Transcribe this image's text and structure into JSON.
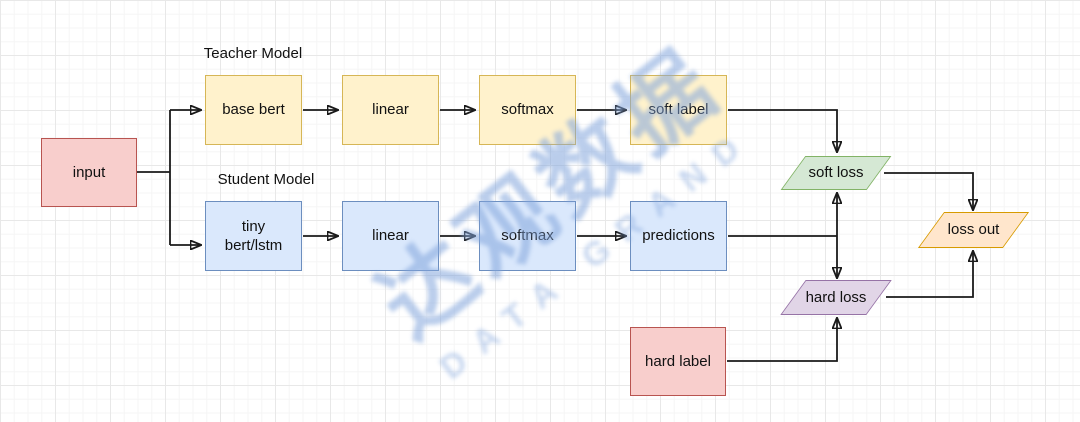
{
  "sections": {
    "teacher_label": "Teacher Model",
    "student_label": "Student Model"
  },
  "nodes": {
    "input": {
      "label": "input",
      "shape": "rect",
      "fill": "#f8cecc",
      "stroke": "#b85450"
    },
    "base_bert": {
      "label": "base bert",
      "shape": "rect",
      "fill": "#fff2cc",
      "stroke": "#d6b656"
    },
    "teacher_linear": {
      "label": "linear",
      "shape": "rect",
      "fill": "#fff2cc",
      "stroke": "#d6b656"
    },
    "teacher_softmax": {
      "label": "softmax",
      "shape": "rect",
      "fill": "#fff2cc",
      "stroke": "#d6b656"
    },
    "soft_label": {
      "label": "soft label",
      "shape": "rect",
      "fill": "#fff2cc",
      "stroke": "#d6b656"
    },
    "tiny_bert": {
      "label": "tiny\nbert/lstm",
      "shape": "rect",
      "fill": "#dae8fc",
      "stroke": "#6c8ebf"
    },
    "student_linear": {
      "label": "linear",
      "shape": "rect",
      "fill": "#dae8fc",
      "stroke": "#6c8ebf"
    },
    "student_softmax": {
      "label": "softmax",
      "shape": "rect",
      "fill": "#dae8fc",
      "stroke": "#6c8ebf"
    },
    "predictions": {
      "label": "predictions",
      "shape": "rect",
      "fill": "#dae8fc",
      "stroke": "#6c8ebf"
    },
    "hard_label": {
      "label": "hard label",
      "shape": "rect",
      "fill": "#f8cecc",
      "stroke": "#b85450"
    },
    "soft_loss": {
      "label": "soft loss",
      "shape": "parallelogram",
      "fill": "#d5e8d4",
      "stroke": "#82b366"
    },
    "hard_loss": {
      "label": "hard loss",
      "shape": "parallelogram",
      "fill": "#e1d5e7",
      "stroke": "#9673a6"
    },
    "loss_out": {
      "label": "loss out",
      "shape": "parallelogram",
      "fill": "#ffe6cc",
      "stroke": "#d79b00"
    }
  },
  "watermark": {
    "cn": "达观数据",
    "en": "DATA GRAND",
    "color": "#82a5dc"
  },
  "palette": {
    "connector": "#1a1a1a",
    "grid_minor": "#f5f5f5",
    "grid_major": "#e8e8e8",
    "background": "#ffffff"
  }
}
